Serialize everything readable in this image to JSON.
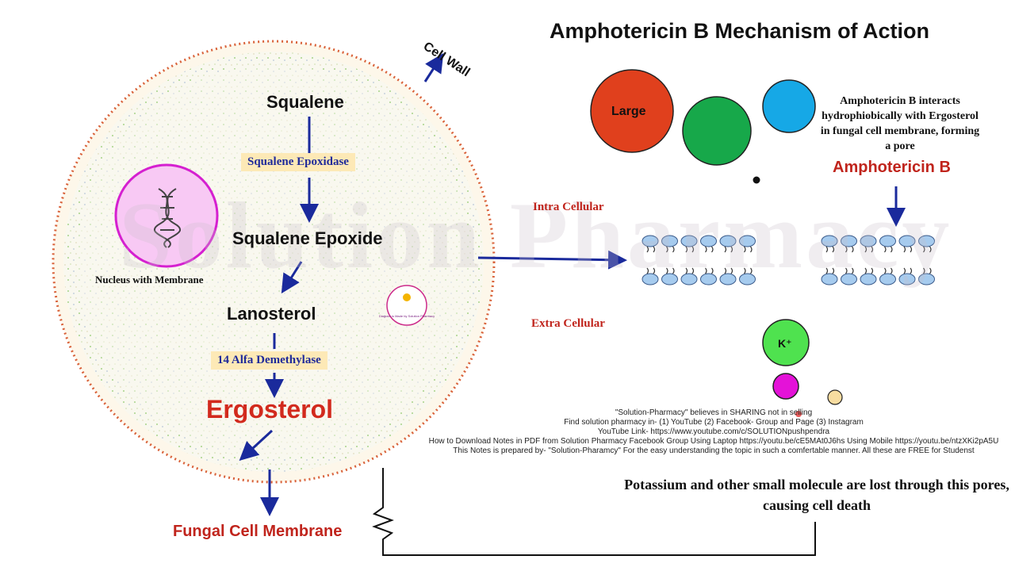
{
  "title": "Amphotericin B Mechanism of Action",
  "cell_wall_label": "Cell Wall",
  "watermark": "Solution Pharmacy",
  "pathway": {
    "squalene": "Squalene",
    "enzyme1": "Squalene Epoxidase",
    "squalene_epoxide": "Squalene Epoxide",
    "lanosterol": "Lanosterol",
    "enzyme2": "14 Alfa Demethylase",
    "ergosterol": "Ergosterol"
  },
  "nucleus_label": "Nucleus with Membrane",
  "fungal_membrane_label": "Fungal Cell Membrane",
  "intra_label": "Intra Cellular",
  "extra_label": "Extra Cellular",
  "circles": {
    "large_label": "Large"
  },
  "amphotericin": {
    "description": "Amphotericin B interacts hydrophiobically with Ergosterol in fungal cell membrane, forming a pore",
    "name": "Amphotericin B"
  },
  "ion_label": "K⁺",
  "stamp_text": "Diagram is Made by Solution Pharmacy",
  "notes": [
    "\"Solution-Pharmacy\" believes in SHARING not in selling",
    "Find solution pharmacy in- (1) YouTube (2) Facebook- Group and Page (3) Instagram",
    "YouTube Link- https://www.youtube.com/c/SOLUTIONpushpendra",
    "How to Download Notes in PDF from Solution Pharmacy Facebook Group Using Laptop https://youtu.be/cE5MAt0J6hs Using Mobile https://youtu.be/ntzXKi2pA5U",
    "This Notes is prepared by- \"Solution-Pharamcy\" For the easy understanding the topic in such a comfertable manner. All these are FREE for Studenst"
  ],
  "result_text": "Potassium and other small molecule are lost through this pores, causing cell death",
  "colors": {
    "arrow": "#1a2a9c",
    "red_text": "#c0241c",
    "enzyme_bg": "#fde9b6",
    "large_circle": "#e0401d",
    "green_circle": "#17a84a",
    "blue_circle": "#16a8e6",
    "k_circle": "#4fe24f",
    "magenta_circle": "#e412d8",
    "small_circle": "#f7dca0",
    "nucleus": "#f8c9f4",
    "nucleus_border": "#d520d0",
    "lipid_head": "#a6cbee"
  }
}
